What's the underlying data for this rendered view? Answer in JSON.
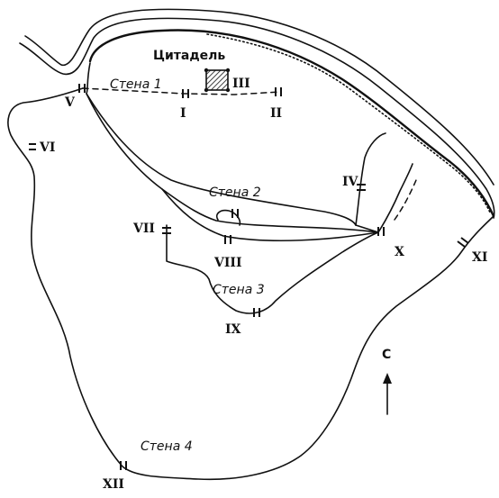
{
  "labels": {
    "citadel": "Цитадель",
    "wall1": "Стена 1",
    "wall2": "Стена 2",
    "wall3": "Стена 3",
    "wall4": "Стена 4"
  },
  "gates": {
    "I": "I",
    "II": "II",
    "III": "III",
    "IV": "IV",
    "V": "V",
    "VI": "VI",
    "VII": "VII",
    "VIII": "VIII",
    "IX": "IX",
    "X": "X",
    "XI": "XI",
    "XII": "XII"
  },
  "north": {
    "letter": "С"
  }
}
